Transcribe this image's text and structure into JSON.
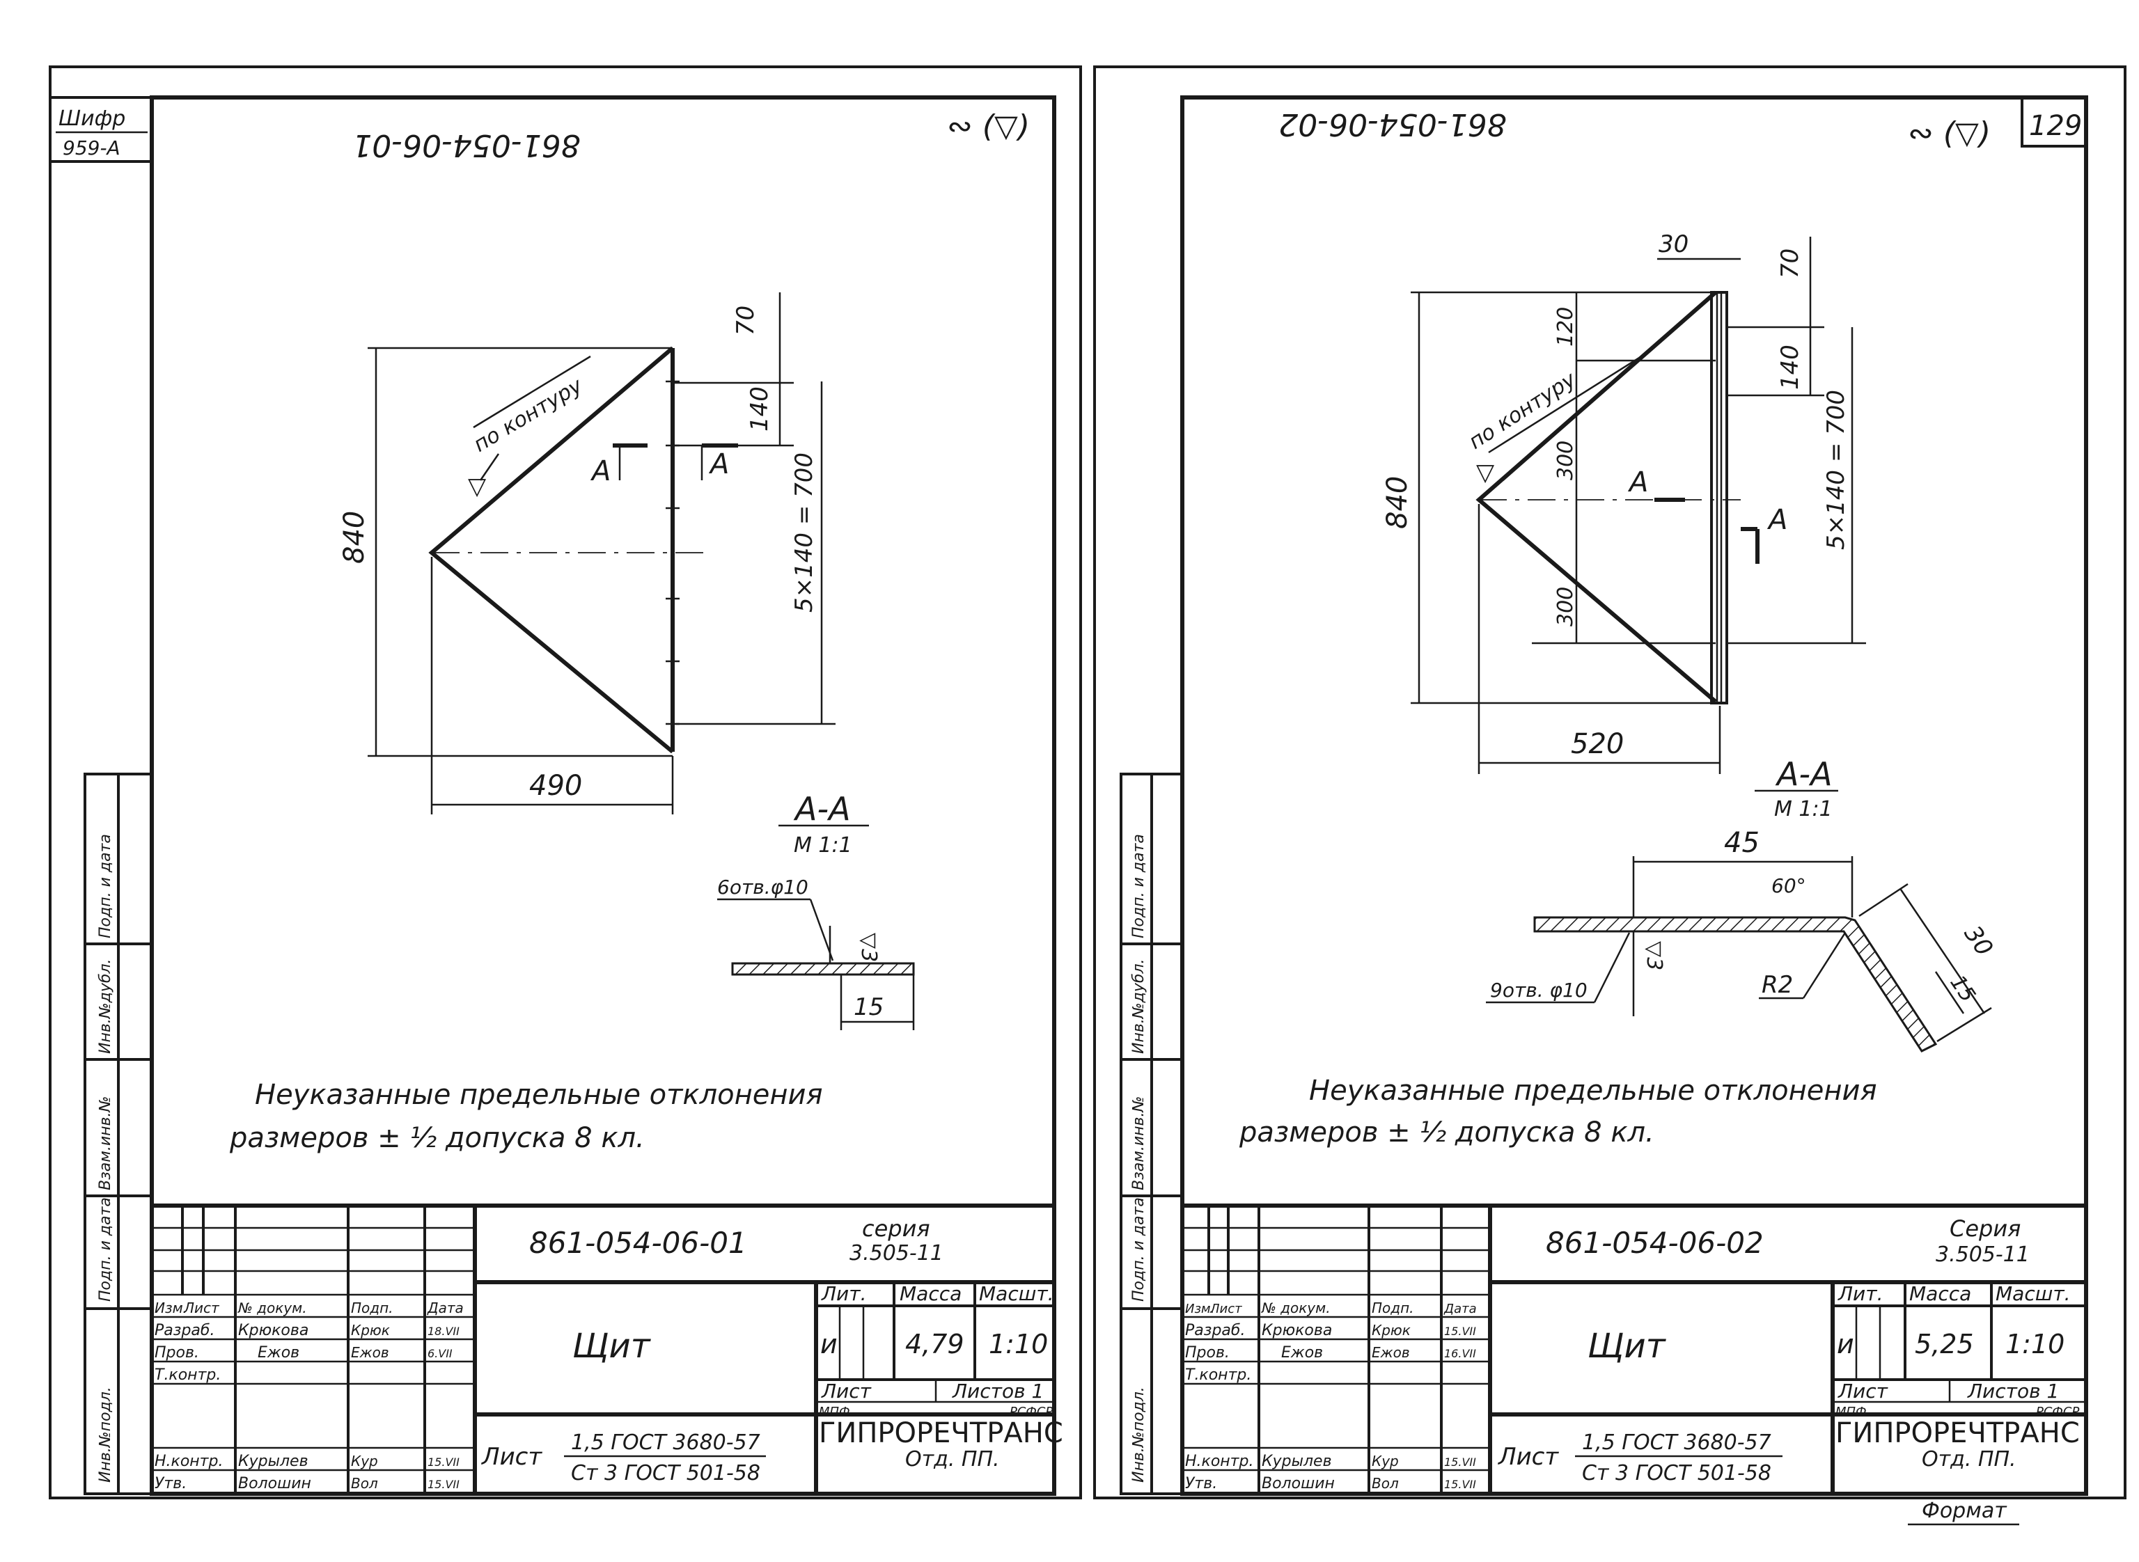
{
  "cipher": {
    "label": "Шифр",
    "value": "959-А"
  },
  "sheet_no": "129",
  "left": {
    "mirrored_code": "861-054-06-01",
    "roughness": "∾ (▽)",
    "dims": {
      "height": "840",
      "width": "490",
      "step_top": "70",
      "step": "140",
      "total_pitch": "5×140 = 700",
      "hole_note": "6отв.φ10",
      "flange": "15"
    },
    "along_contour": "по контуру",
    "cut_mark": "А",
    "section": {
      "title": "А-А",
      "scale": "М 1:1",
      "roughness": "▽3"
    },
    "note_line1": "Неуказанные предельные отклонения",
    "note_line2": "размеров ± ½ допуска 8 кл.",
    "title_block": {
      "code": "861-054-06-01",
      "series_label": "серия",
      "series": "3.505-11",
      "name": "Щит",
      "head": {
        "lit": "Лит.",
        "mass": "Масса",
        "scale": "Масшт."
      },
      "lit_value": "и",
      "mass_value": "4,79",
      "scale_value": "1:10",
      "sheet_label": "Лист",
      "sheets_label": "Листов 1",
      "material_label": "Лист",
      "material_top": "1,5 ГОСТ 3680-57",
      "material_bottom": "Ст 3 ГОСТ 501-58",
      "org_top_left": "МПФ",
      "org_top_right": "РСФСР",
      "org_name": "ГИПРОРЕЧТРАНС",
      "org_dept": "Отд. ПП.",
      "rows": [
        {
          "role": "Изм.",
          "doc": "Лист",
          "docno": "№ докум.",
          "sign": "Подп.",
          "date": "Дата"
        },
        {
          "role": "Разраб.",
          "name": "Крюкова",
          "sign": "Крюк",
          "date": "18.VII"
        },
        {
          "role": "Пров.",
          "name": "Ежов",
          "sign": "Ежов",
          "date": "6.VII"
        },
        {
          "role": "Т.контр.",
          "name": "",
          "sign": "",
          "date": ""
        },
        {
          "role": "Н.контр.",
          "name": "Курылев",
          "sign": "Кур",
          "date": "15.VII"
        },
        {
          "role": "Утв.",
          "name": "Волошин",
          "sign": "Вол",
          "date": "15.VII"
        }
      ]
    },
    "side_labels": [
      "Инв.№подл.",
      "Подп. и дата",
      "Взам.инв.№",
      "Инв.№дубл.",
      "Подп. и дата"
    ]
  },
  "right": {
    "mirrored_code": "861-054-06-02",
    "roughness": "∾ (▽)",
    "dims": {
      "height": "840",
      "width": "520",
      "top_offset": "30",
      "step_top": "70",
      "step": "140",
      "total_pitch": "5×140 = 700",
      "inner1": "120",
      "inner2": "300",
      "inner3": "300",
      "hole_note": "9отв. φ10",
      "radius": "R2",
      "len": "45",
      "angle": "60°",
      "flange": "30",
      "flange2": "15"
    },
    "along_contour": "по контуру",
    "cut_mark": "А",
    "section": {
      "title": "А-А",
      "scale": "М 1:1",
      "roughness": "▽3"
    },
    "note_line1": "Неуказанные предельные отклонения",
    "note_line2": "размеров ± ½ допуска 8 кл.",
    "title_block": {
      "code": "861-054-06-02",
      "series_label": "Серия",
      "series": "3.505-11",
      "name": "Щит",
      "head": {
        "lit": "Лит.",
        "mass": "Масса",
        "scale": "Масшт."
      },
      "lit_value": "и",
      "mass_value": "5,25",
      "scale_value": "1:10",
      "sheet_label": "Лист",
      "sheets_label": "Листов 1",
      "material_label": "Лист",
      "material_top": "1,5 ГОСТ 3680-57",
      "material_bottom": "Ст 3 ГОСТ 501-58",
      "org_top_left": "МПФ",
      "org_top_right": "РСФСР",
      "org_name": "ГИПРОРЕЧТРАНС",
      "org_dept": "Отд. ПП.",
      "format": "Формат",
      "rows": [
        {
          "role": "Изм.",
          "doc": "Лист",
          "docno": "№ докум.",
          "sign": "Подп.",
          "date": "Дата"
        },
        {
          "role": "Разраб.",
          "name": "Крюкова",
          "sign": "Крюк",
          "date": "15.VII"
        },
        {
          "role": "Пров.",
          "name": "Ежов",
          "sign": "Ежов",
          "date": "16.VII"
        },
        {
          "role": "Т.контр.",
          "name": "",
          "sign": "",
          "date": ""
        },
        {
          "role": "Н.контр.",
          "name": "Курылев",
          "sign": "Кур",
          "date": "15.VII"
        },
        {
          "role": "Утв.",
          "name": "Волошин",
          "sign": "Вол",
          "date": "15.VII"
        }
      ]
    },
    "side_labels": [
      "Инв.№подл.",
      "Подп. и дата",
      "Взам.инв.№",
      "Инв.№дубл.",
      "Подп. и дата"
    ]
  }
}
